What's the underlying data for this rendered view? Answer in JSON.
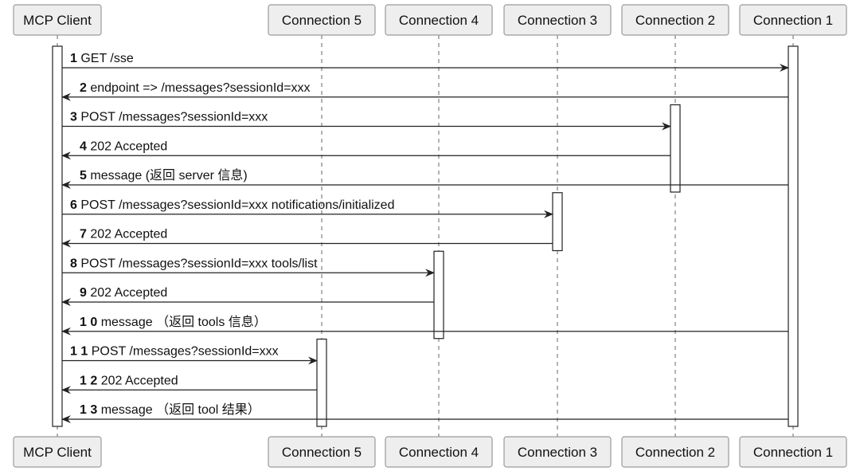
{
  "participants": [
    {
      "id": "client",
      "label": "MCP Client"
    },
    {
      "id": "c5",
      "label": "Connection 5"
    },
    {
      "id": "c4",
      "label": "Connection 4"
    },
    {
      "id": "c3",
      "label": "Connection 3"
    },
    {
      "id": "c2",
      "label": "Connection 2"
    },
    {
      "id": "c1",
      "label": "Connection 1"
    }
  ],
  "messages": [
    {
      "num": "1",
      "text": "GET /sse",
      "from": "client",
      "to": "c1"
    },
    {
      "num": "2",
      "text": "endpoint => /messages?sessionId=xxx",
      "from": "c1",
      "to": "client"
    },
    {
      "num": "3",
      "text": "POST /messages?sessionId=xxx",
      "from": "client",
      "to": "c2"
    },
    {
      "num": "4",
      "text": "202 Accepted",
      "from": "c2",
      "to": "client"
    },
    {
      "num": "5",
      "text": "message (返回 server 信息)",
      "from": "c1",
      "to": "client"
    },
    {
      "num": "6",
      "text": "POST /messages?sessionId=xxx notifications/initialized",
      "from": "client",
      "to": "c3"
    },
    {
      "num": "7",
      "text": "202 Accepted",
      "from": "c3",
      "to": "client"
    },
    {
      "num": "8",
      "text": "POST /messages?sessionId=xxx tools/list",
      "from": "client",
      "to": "c4"
    },
    {
      "num": "9",
      "text": "202 Accepted",
      "from": "c4",
      "to": "client"
    },
    {
      "num": "1 0",
      "text": "message （返回 tools 信息）",
      "from": "c1",
      "to": "client"
    },
    {
      "num": "1 1",
      "text": "POST /messages?sessionId=xxx",
      "from": "client",
      "to": "c5"
    },
    {
      "num": "1 2",
      "text": "202 Accepted",
      "from": "c5",
      "to": "client"
    },
    {
      "num": "1 3",
      "text": "message （返回 tool 结果）",
      "from": "c1",
      "to": "client"
    }
  ],
  "activations": [
    {
      "participant": "client",
      "from_step": 1,
      "to_step": 13
    },
    {
      "participant": "c1",
      "from_step": 1,
      "to_step": 13
    },
    {
      "participant": "c2",
      "from_step": 3,
      "to_step": 5
    },
    {
      "participant": "c3",
      "from_step": 6,
      "to_step": 7
    },
    {
      "participant": "c4",
      "from_step": 8,
      "to_step": 10
    },
    {
      "participant": "c5",
      "from_step": 11,
      "to_step": 13
    }
  ],
  "colors": {
    "box_fill": "#eeeeee",
    "box_stroke": "#9a9a9a",
    "line": "#222222",
    "lifeline": "#666666",
    "text": "#111111"
  }
}
